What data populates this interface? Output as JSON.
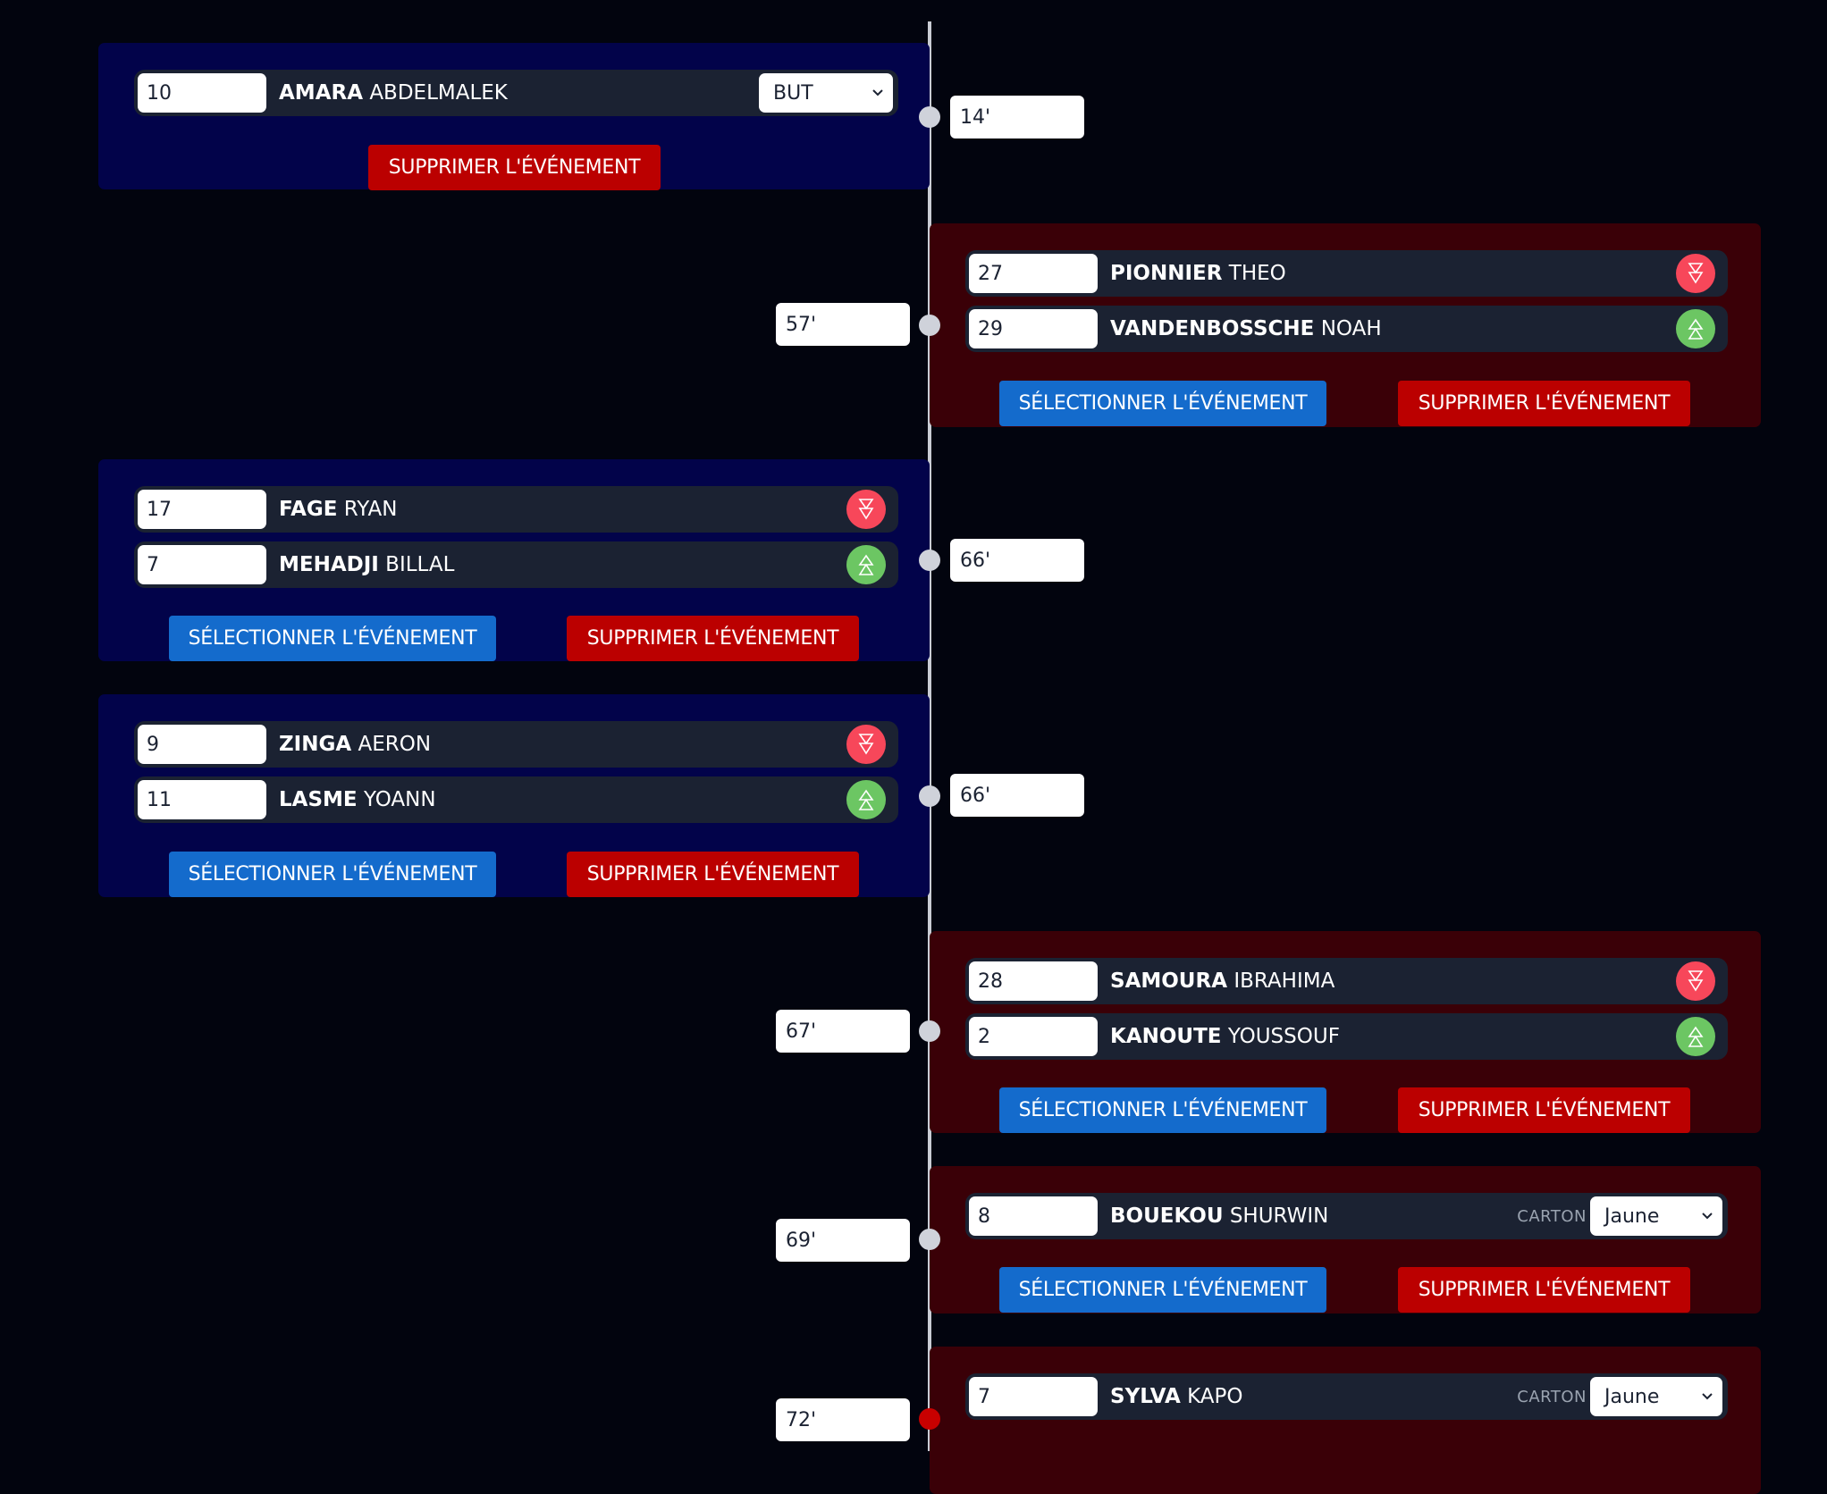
{
  "labels": {
    "select_event": "SÉLECTIONNER L'ÉVÉNEMENT",
    "delete_event": "SUPPRIMER L'ÉVÉNEMENT",
    "carton": "CARTON"
  },
  "colors": {
    "home_card": "#02034a",
    "away_card": "#3a0007",
    "select_button": "#146bcc",
    "delete_button": "#bb0000",
    "sub_out": "#f7475a",
    "sub_in": "#6cc663",
    "active_dot": "#c80000"
  },
  "events": [
    {
      "side": "home",
      "type": "goal",
      "time": "14'",
      "players": [
        {
          "number": "10",
          "last": "AMARA",
          "first": "ABDELMALEK"
        }
      ],
      "event_select": "BUT"
    },
    {
      "side": "away",
      "type": "substitution",
      "time": "57'",
      "players": [
        {
          "number": "27",
          "last": "PIONNIER",
          "first": "THEO",
          "icon": "sub-out"
        },
        {
          "number": "29",
          "last": "VANDENBOSSCHE",
          "first": "NOAH",
          "icon": "sub-in"
        }
      ]
    },
    {
      "side": "home",
      "type": "substitution",
      "time": "66'",
      "players": [
        {
          "number": "17",
          "last": "FAGE",
          "first": "RYAN",
          "icon": "sub-out"
        },
        {
          "number": "7",
          "last": "MEHADJI",
          "first": "BILLAL",
          "icon": "sub-in"
        }
      ]
    },
    {
      "side": "home",
      "type": "substitution",
      "time": "66'",
      "players": [
        {
          "number": "9",
          "last": "ZINGA",
          "first": "AERON",
          "icon": "sub-out"
        },
        {
          "number": "11",
          "last": "LASME",
          "first": "YOANN",
          "icon": "sub-in"
        }
      ]
    },
    {
      "side": "away",
      "type": "substitution",
      "time": "67'",
      "players": [
        {
          "number": "28",
          "last": "SAMOURA",
          "first": "IBRAHIMA",
          "icon": "sub-out"
        },
        {
          "number": "2",
          "last": "KANOUTE",
          "first": "YOUSSOUF",
          "icon": "sub-in"
        }
      ]
    },
    {
      "side": "away",
      "type": "card",
      "time": "69'",
      "players": [
        {
          "number": "8",
          "last": "BOUEKOU",
          "first": "SHURWIN"
        }
      ],
      "card_color": "Jaune"
    },
    {
      "side": "away",
      "type": "card",
      "time": "72'",
      "players": [
        {
          "number": "7",
          "last": "SYLVA",
          "first": "KAPO"
        }
      ],
      "card_color": "Jaune",
      "active": true
    }
  ]
}
